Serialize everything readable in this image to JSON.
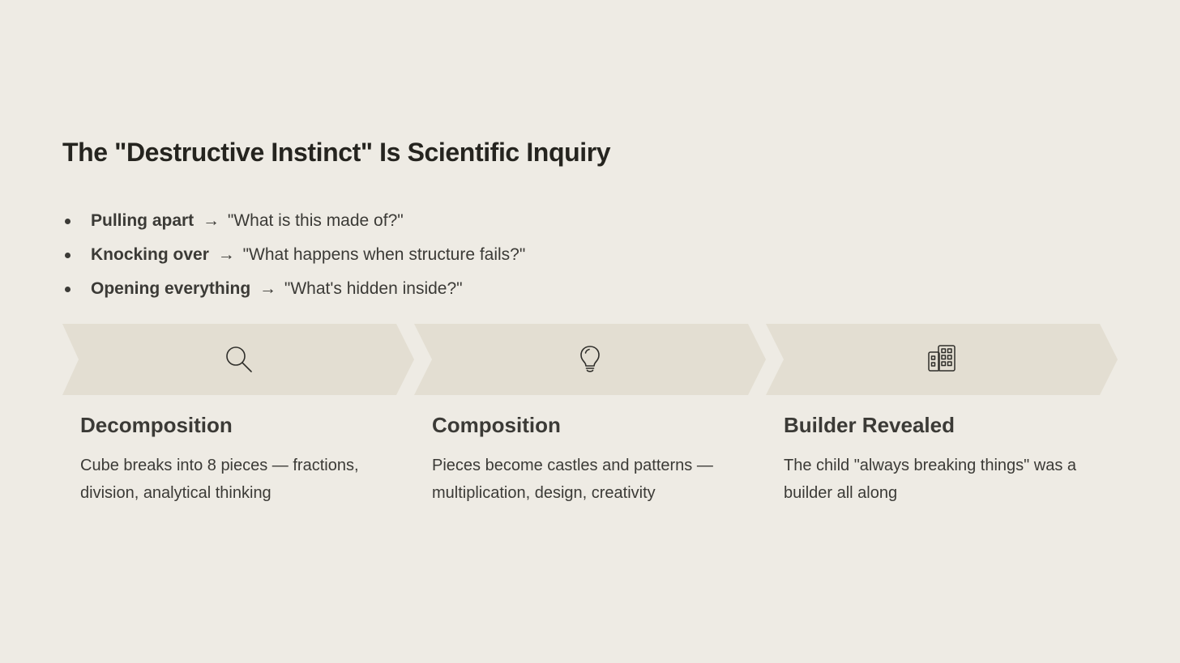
{
  "slide": {
    "title": "The \"Destructive Instinct\" Is Scientific Inquiry"
  },
  "bullets": [
    {
      "term": "Pulling apart",
      "arrow": "→",
      "question": "\"What is this made of?\""
    },
    {
      "term": "Knocking over",
      "arrow": "→",
      "question": "\"What happens when structure fails?\""
    },
    {
      "term": "Opening everything",
      "arrow": "→",
      "question": "\"What's hidden inside?\""
    }
  ],
  "steps": [
    {
      "icon": "magnifying-glass-icon",
      "title": "Decomposition",
      "description": "Cube breaks into 8 pieces — fractions, division, analytical thinking"
    },
    {
      "icon": "lightbulb-icon",
      "title": "Composition",
      "description": "Pieces become castles and patterns — multiplication, design, creativity"
    },
    {
      "icon": "building-icon",
      "title": "Builder Revealed",
      "description": "The child \"always breaking things\" was a builder all along"
    }
  ],
  "colors": {
    "background": "#eeebe4",
    "chevron_fill": "#e3ded2",
    "title_text": "#25241f",
    "body_text": "#3b3a36"
  }
}
